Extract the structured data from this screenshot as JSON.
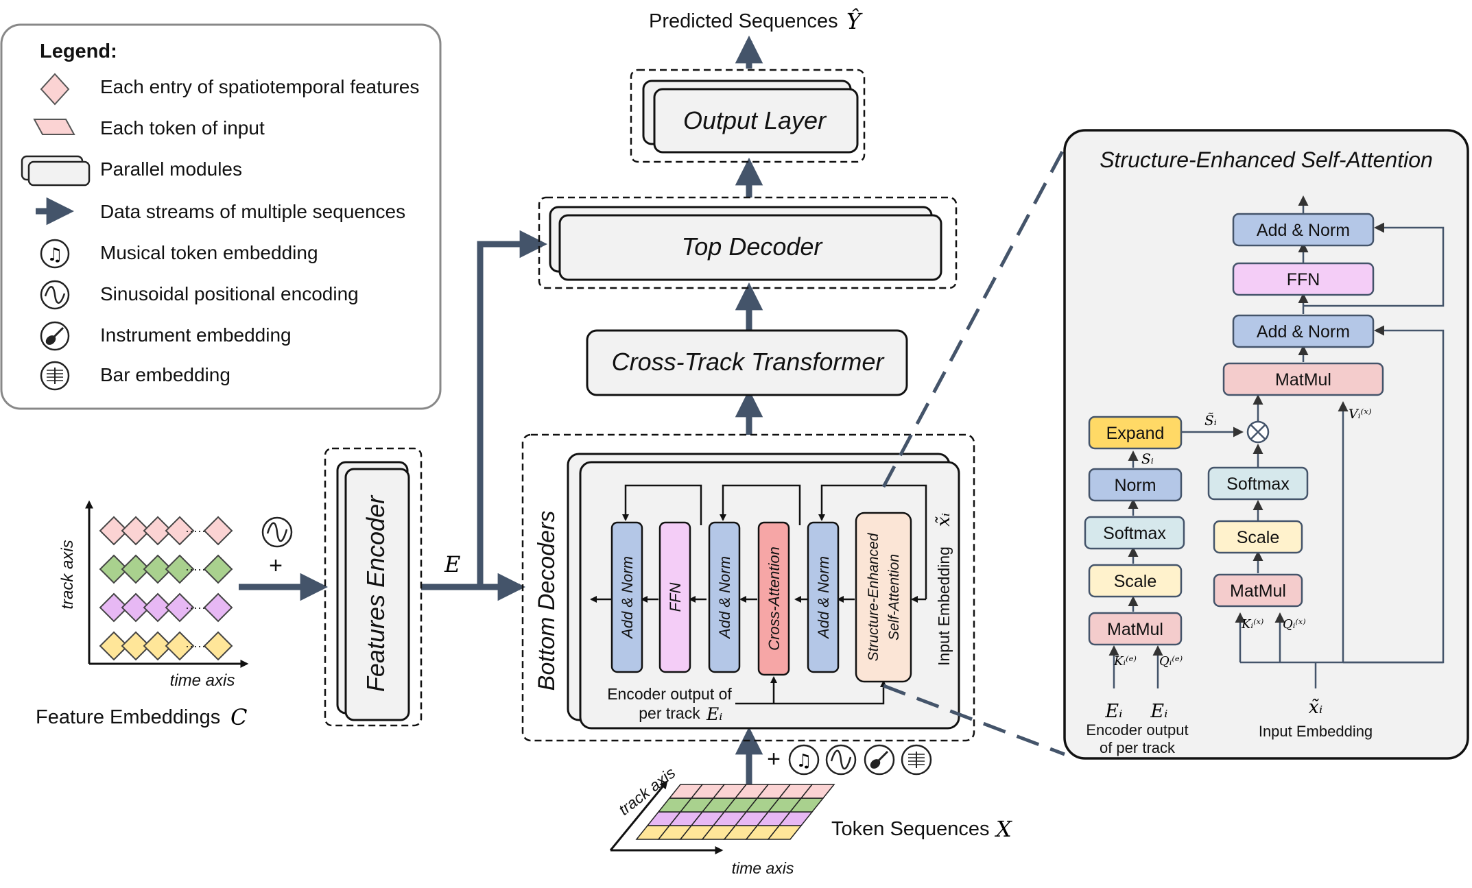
{
  "legend": {
    "title": "Legend:",
    "items": [
      {
        "icon": "diamond-icon",
        "label": "Each entry of spatiotemporal features"
      },
      {
        "icon": "parallelogram-icon",
        "label": "Each token of input"
      },
      {
        "icon": "stacked-box-icon",
        "label": "Parallel modules"
      },
      {
        "icon": "arrow-icon",
        "label": "Data streams of multiple sequences"
      },
      {
        "icon": "music-note-icon",
        "label": "Musical token embedding"
      },
      {
        "icon": "sine-wave-icon",
        "label": "Sinusoidal positional encoding"
      },
      {
        "icon": "guitar-icon",
        "label": "Instrument embedding"
      },
      {
        "icon": "bar-lines-icon",
        "label": "Bar embedding"
      }
    ]
  },
  "features": {
    "y_axis": "track axis",
    "x_axis": "time axis",
    "caption": "Feature Embeddings",
    "caption_symbol": "C",
    "plus": "+",
    "dots": "·····"
  },
  "features_encoder": "Features Encoder",
  "e_label": "E",
  "predicted": {
    "label": "Predicted Sequences",
    "symbol": "Ŷ"
  },
  "output_layer": "Output Layer",
  "top_decoder": "Top Decoder",
  "cross_track": "Cross-Track Transformer",
  "bottom_decoders": {
    "title": "Bottom Decoders",
    "blocks": [
      "Add & Norm",
      "FFN",
      "Add & Norm",
      "Cross-Attention",
      "Add & Norm",
      "Structure-Enhanced",
      "Self-Attention"
    ],
    "input_embedding": "Input Embedding",
    "x_tilde": "x̃ᵢ",
    "encoder_output_line1": "Encoder output of",
    "encoder_output_line2": "per track",
    "encoder_output_symbol": "Eᵢ"
  },
  "token_sequences": {
    "y_axis": "track axis",
    "x_axis": "time axis",
    "caption": "Token Sequences",
    "caption_symbol": "X",
    "plus": "+"
  },
  "attention_panel": {
    "title": "Structure-Enhanced Self-Attention",
    "add_norm_top": "Add & Norm",
    "ffn": "FFN",
    "add_norm_mid": "Add & Norm",
    "matmul_top": "MatMul",
    "expand": "Expand",
    "norm": "Norm",
    "softmax_left": "Softmax",
    "scale_left": "Scale",
    "matmul_left": "MatMul",
    "softmax_right": "Softmax",
    "scale_right": "Scale",
    "matmul_right": "MatMul",
    "s_tilde": "S̃ᵢ",
    "s_i": "Sᵢ",
    "v_label": "Vᵢ⁽ˣ⁾",
    "k_e": "Kᵢ⁽ᵉ⁾",
    "q_e": "Qᵢ⁽ᵉ⁾",
    "k_x": "Kᵢ⁽ˣ⁾",
    "q_x": "Qᵢ⁽ˣ⁾",
    "e_sym1": "Eᵢ",
    "e_sym2": "Eᵢ",
    "x_sym": "x̃ᵢ",
    "enc_out_line1": "Encoder output",
    "enc_out_line2": "of per track",
    "input_embedding": "Input Embedding"
  },
  "colors": {
    "blue": "#b4c7e7",
    "pink": "#f4cdf7",
    "red": "#f6a6a6",
    "peach": "#fbe5d6",
    "yellow": "#ffd966",
    "softmax": "#d6e8ec",
    "scale": "#fff2cc",
    "matmul": "#f4cccc",
    "arrow": "#44546a"
  }
}
